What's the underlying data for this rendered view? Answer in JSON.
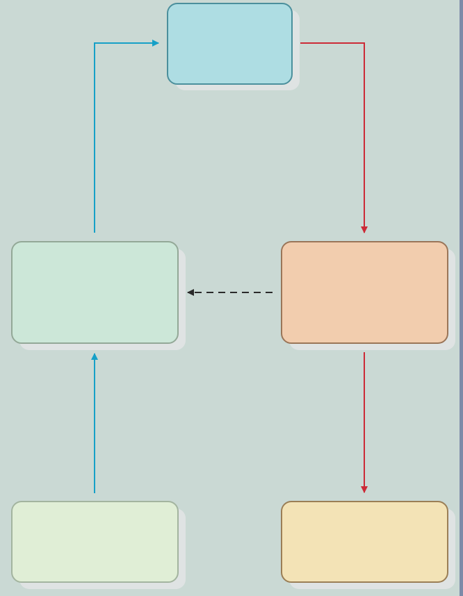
{
  "diagram": {
    "colors": {
      "background": "#cad9d4",
      "right_edge": "#7d8aa8",
      "shadow": "#dfe3e3",
      "arrow_blue": "#16a0c7",
      "arrow_red": "#cc2a36",
      "arrow_dashed": "#2a2a2a"
    },
    "nodes": [
      {
        "id": "top-node",
        "label": "",
        "fill": "#aedde3",
        "stroke": "#4b8f9c"
      },
      {
        "id": "middle-left-node",
        "label": "",
        "fill": "#cce7d8",
        "stroke": "#93a897"
      },
      {
        "id": "middle-right-node",
        "label": "",
        "fill": "#f2cdae",
        "stroke": "#9a7558"
      },
      {
        "id": "bottom-left-node",
        "label": "",
        "fill": "#e0eed6",
        "stroke": "#a3b49f"
      },
      {
        "id": "bottom-right-node",
        "label": "",
        "fill": "#f3e3b6",
        "stroke": "#9a7e55"
      }
    ],
    "edges": [
      {
        "id": "middle-left-to-top",
        "style": "solid",
        "color": "#16a0c7"
      },
      {
        "id": "top-to-middle-right",
        "style": "solid",
        "color": "#cc2a36"
      },
      {
        "id": "middle-right-to-middle-left",
        "style": "dashed",
        "color": "#2a2a2a"
      },
      {
        "id": "bottom-left-to-middle-left",
        "style": "solid",
        "color": "#16a0c7"
      },
      {
        "id": "middle-right-to-bottom-right",
        "style": "solid",
        "color": "#cc2a36"
      }
    ]
  }
}
